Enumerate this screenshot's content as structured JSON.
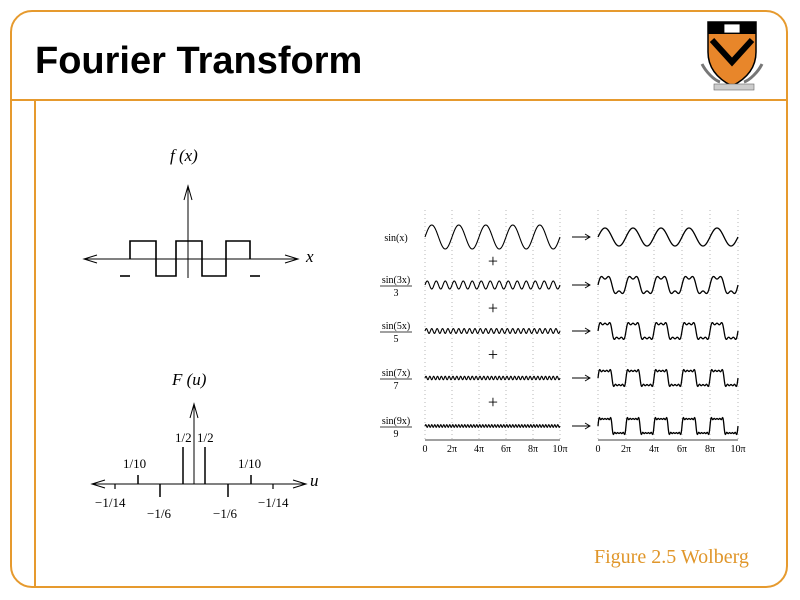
{
  "slide": {
    "title": "Fourier Transform",
    "caption": "Figure 2.5 Wolberg",
    "accent_color": "#e69a2e",
    "caption_color": "#e0962a",
    "logo": "princeton-shield-icon"
  },
  "top_plot": {
    "function_label": "f (x)",
    "axis_label": "x"
  },
  "bottom_plot": {
    "function_label": "F (u)",
    "axis_label": "u",
    "labels": {
      "half_left": "1/2",
      "half_right": "1/2",
      "tenth_left": "1/10",
      "tenth_right": "1/10",
      "m14_left": "−1/14",
      "m6_left": "−1/6",
      "m6_right": "−1/6",
      "m14_right": "−1/14"
    }
  },
  "series_figure": {
    "rows": [
      {
        "num": "sin(x)",
        "den": "",
        "amp": 1,
        "freq": 1
      },
      {
        "num": "sin(3x)",
        "den": "3",
        "amp": 0.333,
        "freq": 3
      },
      {
        "num": "sin(5x)",
        "den": "5",
        "amp": 0.2,
        "freq": 5
      },
      {
        "num": "sin(7x)",
        "den": "7",
        "amp": 0.143,
        "freq": 7
      },
      {
        "num": "sin(9x)",
        "den": "9",
        "amp": 0.111,
        "freq": 9
      }
    ],
    "plus": "+",
    "arrow": "→",
    "x_ticks": [
      "0",
      "2π",
      "4π",
      "6π",
      "8π",
      "10π"
    ]
  }
}
